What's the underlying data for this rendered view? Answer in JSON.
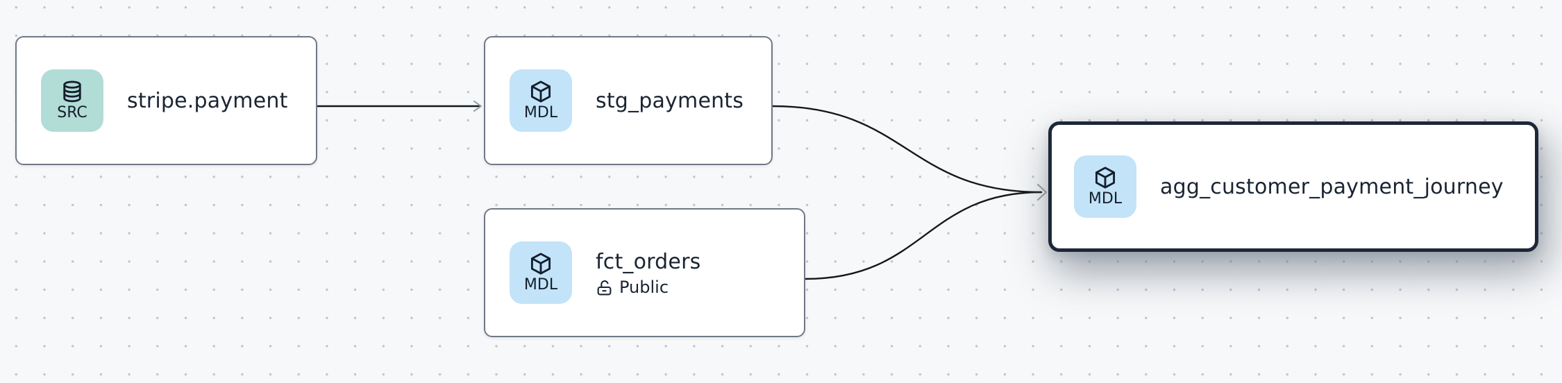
{
  "diagram": {
    "nodes": [
      {
        "id": "stripe.payment",
        "label": "stripe.payment",
        "badge_text": "SRC",
        "badge_icon": "database-icon",
        "kind": "source",
        "selected": false
      },
      {
        "id": "stg_payments",
        "label": "stg_payments",
        "badge_text": "MDL",
        "badge_icon": "cube-icon",
        "kind": "model",
        "selected": false
      },
      {
        "id": "fct_orders",
        "label": "fct_orders",
        "badge_text": "MDL",
        "badge_icon": "cube-icon",
        "kind": "model",
        "access": "Public",
        "access_icon": "lock-open-icon",
        "selected": false
      },
      {
        "id": "agg_customer_payment_journey",
        "label": "agg_customer_payment_journey",
        "badge_text": "MDL",
        "badge_icon": "cube-icon",
        "kind": "model",
        "selected": true
      }
    ],
    "edges": [
      {
        "from": "stripe.payment",
        "to": "stg_payments"
      },
      {
        "from": "stg_payments",
        "to": "agg_customer_payment_journey"
      },
      {
        "from": "fct_orders",
        "to": "agg_customer_payment_journey"
      }
    ],
    "colors": {
      "background": "#f7f8f9",
      "grid_dot": "#bfc4cb",
      "node_fill": "#ffffff",
      "node_border": "#707886",
      "selected_border": "#1d2737",
      "label_text": "#1a2433",
      "source_badge": "#b2dcd6",
      "model_badge": "#c2e3f8",
      "edge_line": "#15181d",
      "arrowhead": "#9aa1ab"
    }
  }
}
